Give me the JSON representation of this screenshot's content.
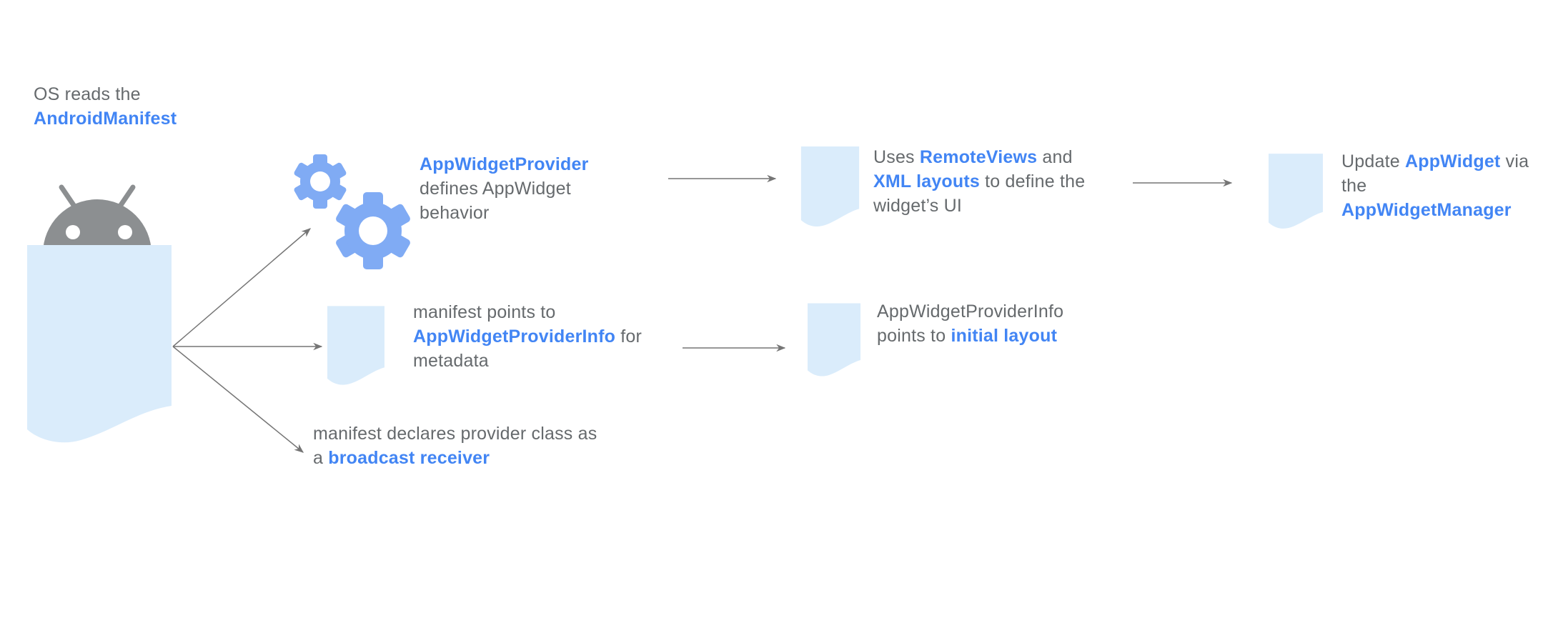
{
  "intro": {
    "line1": "OS reads the",
    "line2": "AndroidManifest"
  },
  "steps": {
    "provider": {
      "l1_link": "AppWidgetProvider",
      "l2": "defines AppWidget",
      "l3": "behavior"
    },
    "remoteviews": {
      "l1a": "Uses ",
      "l1b": "RemoteViews",
      "l1c": " and",
      "l2a": "XML layouts",
      "l2b": " to define the",
      "l3": "widget’s UI"
    },
    "update": {
      "l1a": "Update ",
      "l1b": "AppWidget",
      "l1c": " via",
      "l2": "the",
      "l3_link": "AppWidgetManager"
    },
    "provider_info": {
      "l1": "manifest points to",
      "l2a": "AppWidgetProviderInfo",
      "l2b": " for",
      "l3": "metadata"
    },
    "initial_layout": {
      "l1": "AppWidgetProviderInfo",
      "l2a": "points to ",
      "l2b": "initial layout"
    },
    "broadcast": {
      "l1": "manifest declares provider class as",
      "l2a": "a ",
      "l2b": "broadcast receiver"
    }
  },
  "icons": {
    "android_robot": "android-robot-icon",
    "manifest_document": "document-icon",
    "gears": "gears-icon",
    "flow_documents": "document-icon",
    "arrows": "arrow-line"
  },
  "colors": {
    "link_blue": "#4285f4",
    "icon_blue": "#80abf4",
    "document_fill": "#daecfb",
    "robot_gray": "#8c8f91",
    "text_gray": "#666a6d",
    "arrow_gray": "#757575"
  }
}
